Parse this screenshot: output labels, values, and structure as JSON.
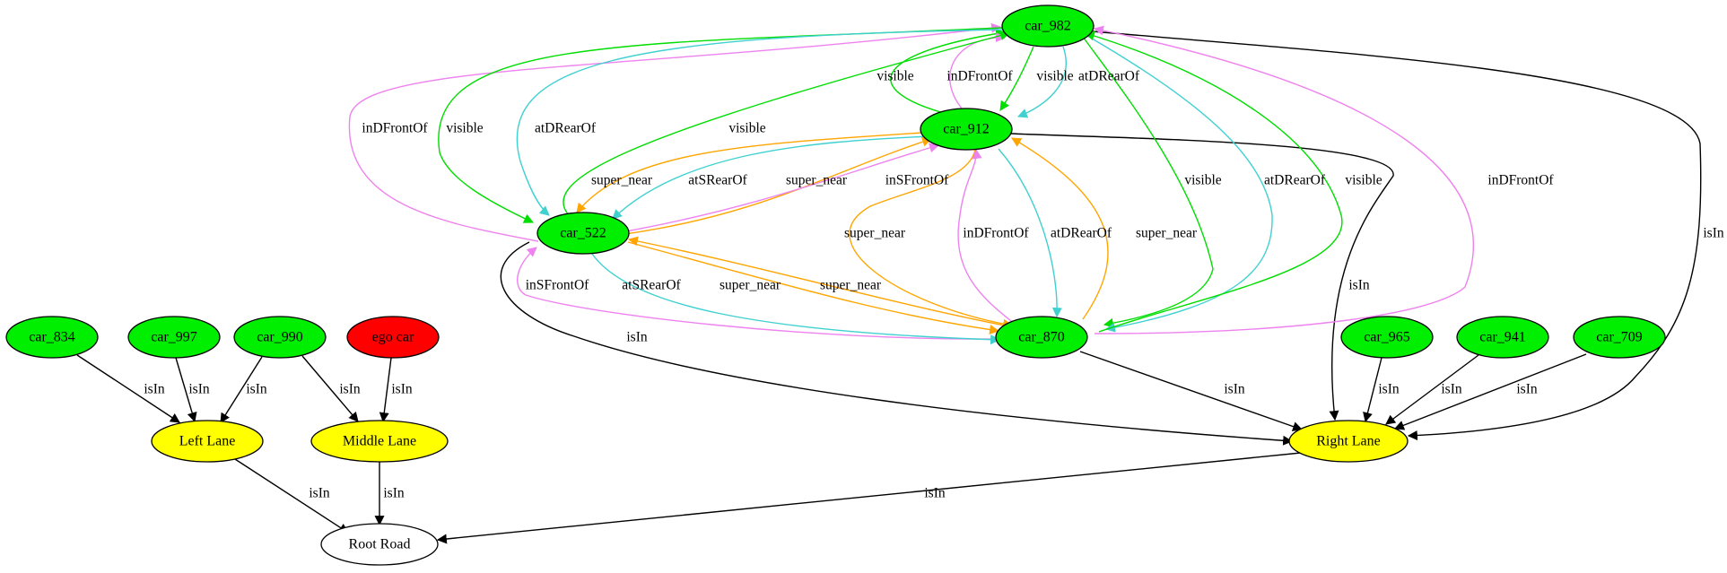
{
  "colors": {
    "green": "#00ee00",
    "red": "#ff0000",
    "yellow": "#ffff00",
    "white": "#ffffff",
    "isIn": "#000000",
    "visible": "#00dd00",
    "inDFrontOf": "#ee82ee",
    "atDRearOf": "#40d0d0",
    "super_near": "#ffa500",
    "inSFrontOf": "#ee82ee",
    "atSRearOf": "#40d0d0"
  },
  "nodes": [
    {
      "id": "car_982",
      "label": "car_982",
      "fill": "green"
    },
    {
      "id": "car_912",
      "label": "car_912",
      "fill": "green"
    },
    {
      "id": "car_522",
      "label": "car_522",
      "fill": "green"
    },
    {
      "id": "car_870",
      "label": "car_870",
      "fill": "green"
    },
    {
      "id": "car_834",
      "label": "car_834",
      "fill": "green"
    },
    {
      "id": "car_997",
      "label": "car_997",
      "fill": "green"
    },
    {
      "id": "car_990",
      "label": "car_990",
      "fill": "green"
    },
    {
      "id": "ego_car",
      "label": "ego car",
      "fill": "red"
    },
    {
      "id": "car_965",
      "label": "car_965",
      "fill": "green"
    },
    {
      "id": "car_941",
      "label": "car_941",
      "fill": "green"
    },
    {
      "id": "car_709",
      "label": "car_709",
      "fill": "green"
    },
    {
      "id": "left_lane",
      "label": "Left Lane",
      "fill": "yellow"
    },
    {
      "id": "middle_lane",
      "label": "Middle Lane",
      "fill": "yellow"
    },
    {
      "id": "right_lane",
      "label": "Right Lane",
      "fill": "yellow"
    },
    {
      "id": "root_road",
      "label": "Root Road",
      "fill": "white"
    }
  ],
  "edges": [
    {
      "id": "e1",
      "from": "car_834",
      "to": "left_lane",
      "label": "isIn",
      "type": "isIn"
    },
    {
      "id": "e2",
      "from": "car_997",
      "to": "left_lane",
      "label": "isIn",
      "type": "isIn"
    },
    {
      "id": "e3",
      "from": "car_990",
      "to": "left_lane",
      "label": "isIn",
      "type": "isIn"
    },
    {
      "id": "e4",
      "from": "car_990",
      "to": "middle_lane",
      "label": "isIn",
      "type": "isIn"
    },
    {
      "id": "e5",
      "from": "ego_car",
      "to": "middle_lane",
      "label": "isIn",
      "type": "isIn"
    },
    {
      "id": "e6",
      "from": "left_lane",
      "to": "root_road",
      "label": "isIn",
      "type": "isIn"
    },
    {
      "id": "e7",
      "from": "middle_lane",
      "to": "root_road",
      "label": "isIn",
      "type": "isIn"
    },
    {
      "id": "e8",
      "from": "right_lane",
      "to": "root_road",
      "label": "isIn",
      "type": "isIn"
    },
    {
      "id": "e9",
      "from": "car_965",
      "to": "right_lane",
      "label": "isIn",
      "type": "isIn"
    },
    {
      "id": "e10",
      "from": "car_941",
      "to": "right_lane",
      "label": "isIn",
      "type": "isIn"
    },
    {
      "id": "e11",
      "from": "car_709",
      "to": "right_lane",
      "label": "isIn",
      "type": "isIn"
    },
    {
      "id": "e12",
      "from": "car_870",
      "to": "right_lane",
      "label": "isIn",
      "type": "isIn"
    },
    {
      "id": "e13",
      "from": "car_522",
      "to": "right_lane",
      "label": "isIn",
      "type": "isIn"
    },
    {
      "id": "e14",
      "from": "car_912",
      "to": "right_lane",
      "label": "isIn",
      "type": "isIn"
    },
    {
      "id": "e15",
      "from": "car_982",
      "to": "right_lane",
      "label": "isIn",
      "type": "isIn"
    },
    {
      "id": "e16",
      "from": "car_912",
      "to": "car_982",
      "label": "visible",
      "type": "visible"
    },
    {
      "id": "e17",
      "from": "car_912",
      "to": "car_982",
      "label": "inDFrontOf",
      "type": "inDFrontOf"
    },
    {
      "id": "e18",
      "from": "car_982",
      "to": "car_912",
      "label": "visible",
      "type": "visible"
    },
    {
      "id": "e19",
      "from": "car_982",
      "to": "car_912",
      "label": "atDRearOf",
      "type": "atDRearOf"
    },
    {
      "id": "e20",
      "from": "car_522",
      "to": "car_982",
      "label": "inDFrontOf",
      "type": "inDFrontOf"
    },
    {
      "id": "e21",
      "from": "car_982",
      "to": "car_522",
      "label": "visible",
      "type": "visible"
    },
    {
      "id": "e22",
      "from": "car_982",
      "to": "car_522",
      "label": "atDRearOf",
      "type": "atDRearOf"
    },
    {
      "id": "e23",
      "from": "car_522",
      "to": "car_982",
      "label": "visible",
      "type": "visible"
    },
    {
      "id": "e24",
      "from": "car_912",
      "to": "car_522",
      "label": "super_near",
      "type": "super_near"
    },
    {
      "id": "e25",
      "from": "car_912",
      "to": "car_522",
      "label": "atSRearOf",
      "type": "atSRearOf"
    },
    {
      "id": "e26",
      "from": "car_522",
      "to": "car_912",
      "label": "super_near",
      "type": "super_near"
    },
    {
      "id": "e27",
      "from": "car_522",
      "to": "car_912",
      "label": "inSFrontOf",
      "type": "inSFrontOf"
    },
    {
      "id": "e28",
      "from": "car_912",
      "to": "car_870",
      "label": "super_near",
      "type": "super_near"
    },
    {
      "id": "e29",
      "from": "car_870",
      "to": "car_912",
      "label": "inDFrontOf",
      "type": "inDFrontOf"
    },
    {
      "id": "e30",
      "from": "car_912",
      "to": "car_870",
      "label": "atDRearOf",
      "type": "atDRearOf"
    },
    {
      "id": "e31",
      "from": "car_870",
      "to": "car_912",
      "label": "super_near",
      "type": "super_near"
    },
    {
      "id": "e32",
      "from": "car_982",
      "to": "car_870",
      "label": "visible",
      "type": "visible"
    },
    {
      "id": "e33",
      "from": "car_982",
      "to": "car_870",
      "label": "atDRearOf",
      "type": "atDRearOf"
    },
    {
      "id": "e34",
      "from": "car_870",
      "to": "car_982",
      "label": "visible",
      "type": "visible"
    },
    {
      "id": "e35",
      "from": "car_870",
      "to": "car_982",
      "label": "inDFrontOf",
      "type": "inDFrontOf"
    },
    {
      "id": "e36",
      "from": "car_870",
      "to": "car_522",
      "label": "inSFrontOf",
      "type": "inSFrontOf"
    },
    {
      "id": "e37",
      "from": "car_522",
      "to": "car_870",
      "label": "atSRearOf",
      "type": "atSRearOf"
    },
    {
      "id": "e38",
      "from": "car_522",
      "to": "car_870",
      "label": "super_near",
      "type": "super_near"
    },
    {
      "id": "e39",
      "from": "car_870",
      "to": "car_522",
      "label": "super_near",
      "type": "super_near"
    }
  ]
}
